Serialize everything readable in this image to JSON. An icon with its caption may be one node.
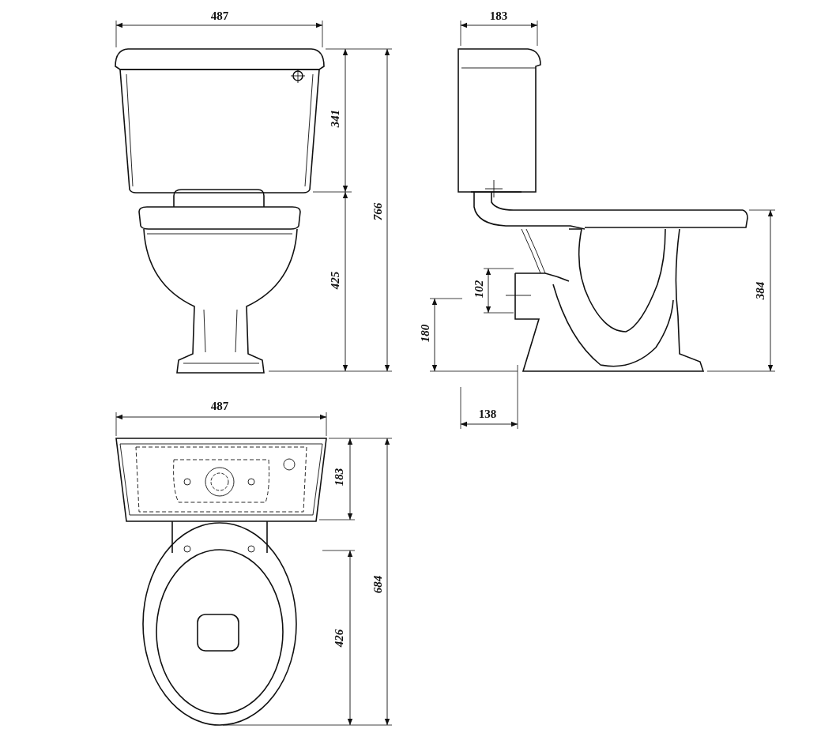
{
  "diagram": {
    "labels": [
      "487",
      "183",
      "341",
      "766",
      "425",
      "102",
      "384",
      "180",
      "138",
      "487",
      "183",
      "684",
      "426"
    ]
  }
}
